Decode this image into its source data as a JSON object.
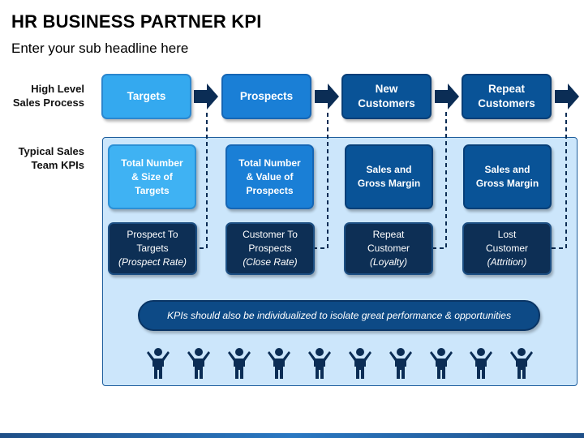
{
  "title": "HR BUSINESS PARTNER KPI",
  "subtitle": "Enter your sub headline here",
  "row_labels": {
    "high_level": [
      "High Level",
      "Sales Process"
    ],
    "typical": [
      "Typical Sales",
      "Team KPIs"
    ]
  },
  "stages": [
    {
      "lines": [
        "Targets"
      ],
      "shade": "light"
    },
    {
      "lines": [
        "Prospects"
      ],
      "shade": "mid"
    },
    {
      "lines": [
        "New",
        "Customers"
      ],
      "shade": "dark"
    },
    {
      "lines": [
        "Repeat",
        "Customers"
      ],
      "shade": "dark"
    }
  ],
  "kpis": [
    {
      "lines": [
        "Total Number",
        "& Size of",
        "Targets"
      ],
      "shade": "light"
    },
    {
      "lines": [
        "Total Number",
        "& Value of",
        "Prospects"
      ],
      "shade": "mid"
    },
    {
      "lines": [
        "Sales and",
        "Gross Margin"
      ],
      "shade": "dark"
    },
    {
      "lines": [
        "Sales and",
        "Gross Margin"
      ],
      "shade": "dark"
    }
  ],
  "rates": [
    {
      "line1": "Prospect To",
      "line2": "Targets",
      "italic": "(Prospect Rate)"
    },
    {
      "line1": "Customer To",
      "line2": "Prospects",
      "italic": "(Close Rate)"
    },
    {
      "line1": "Repeat",
      "line2": "Customer",
      "italic": "(Loyalty)"
    },
    {
      "line1": "Lost",
      "line2": "Customer",
      "italic": "(Attrition)"
    }
  ],
  "note": "KPIs should also be individualized to isolate great performance & opportunities",
  "people_count": 10,
  "colors": {
    "light_blue": "#34a9ef",
    "mid_blue": "#1a7fd6",
    "dark_blue": "#095397",
    "navy": "#0d2f55",
    "panel": "#cce6fb",
    "arrow": "#0b2d55"
  }
}
